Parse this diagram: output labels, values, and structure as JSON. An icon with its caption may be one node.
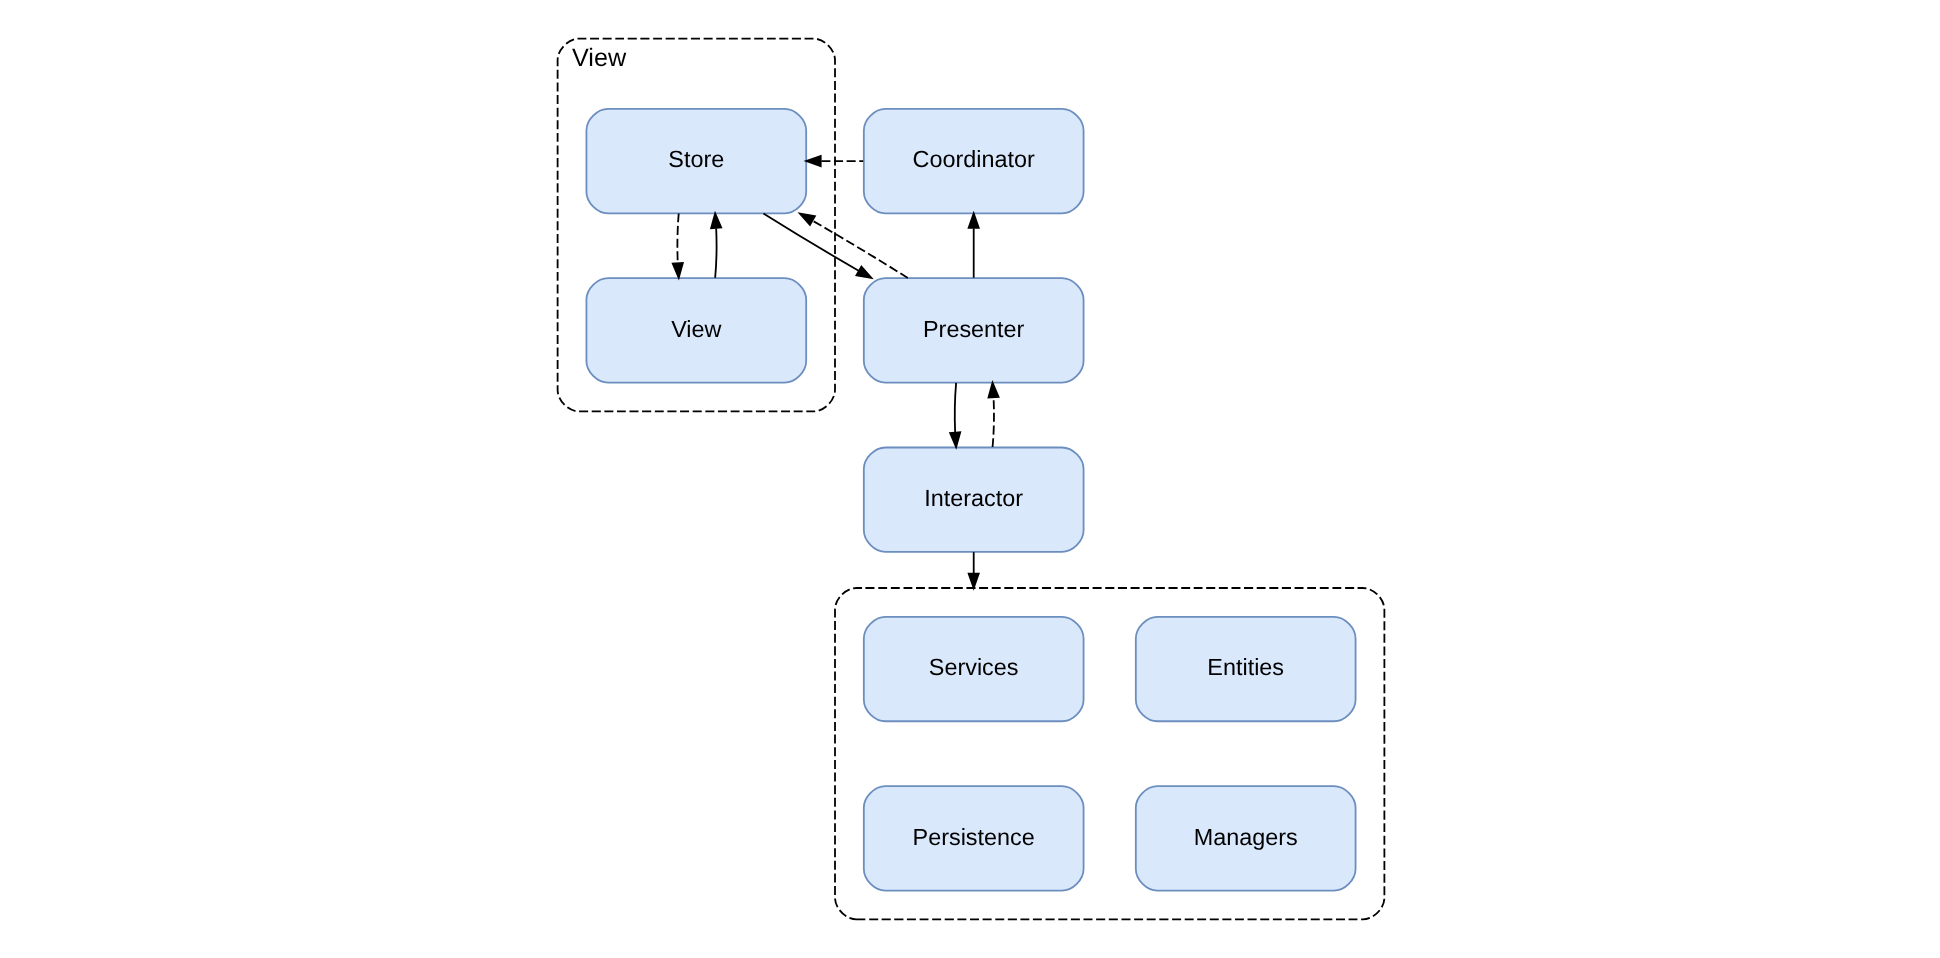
{
  "diagram": {
    "nodes": [
      {
        "text": [
          "View"
        ]
      },
      {
        "text": [
          "Store"
        ],
        "in": 0
      },
      {
        "text": [
          "View"
        ],
        "in": 0
      },
      {
        "text": [
          "Coordinator"
        ]
      },
      {
        "text": [
          "Presenter"
        ]
      },
      {
        "text": [
          "Interactor"
        ]
      },
      {
        "text": [],
        "shape": "box"
      },
      {
        "text": [
          "Services"
        ],
        "in": 6
      },
      {
        "text": [
          "Entities"
        ],
        "in": 6
      },
      {
        "text": [
          "Persistence"
        ],
        "in": 6
      },
      {
        "text": [
          "Managers"
        ],
        "in": 6
      }
    ],
    "edges": [
      {
        "from": 3,
        "to": 1,
        "arrow": "to",
        "style": "dashed"
      },
      {
        "from": 1,
        "to": 4,
        "arrow": "to"
      },
      {
        "from": 4,
        "to": 1,
        "arrow": "to",
        "style": "dashed"
      },
      {
        "from": 1,
        "to": 2,
        "arrow": "to",
        "style": "dashed"
      },
      {
        "from": 2,
        "to": 1,
        "arrow": "to"
      },
      {
        "from": 4,
        "to": 3,
        "arrow": "to"
      },
      {
        "from": 4,
        "to": 5,
        "arrow": "to"
      },
      {
        "from": 5,
        "to": 4,
        "arrow": "to",
        "style": "dashed"
      },
      {
        "from": 5,
        "to": 6,
        "arrow": "to"
      }
    ]
  }
}
